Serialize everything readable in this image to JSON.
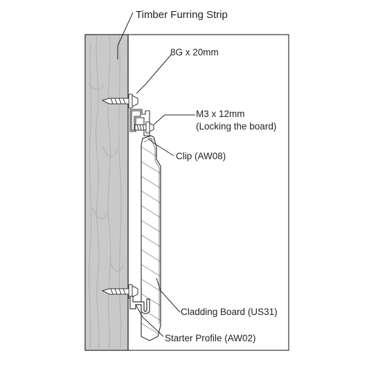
{
  "labels": {
    "timber_furring_strip": "Timber Furring Strip",
    "screw_8g": "8G x 20mm",
    "screw_m3_line1": "M3 x 12mm",
    "screw_m3_line2": "(Locking the board)",
    "clip": "Clip (AW08)",
    "cladding_board": "Cladding Board (US31)",
    "starter_profile": "Starter Profile (AW02)"
  },
  "colors": {
    "timber": "#c9c9c9",
    "grain": "#b3b3b3",
    "outline": "#333333",
    "hatch": "#444444",
    "text": "#222222"
  }
}
